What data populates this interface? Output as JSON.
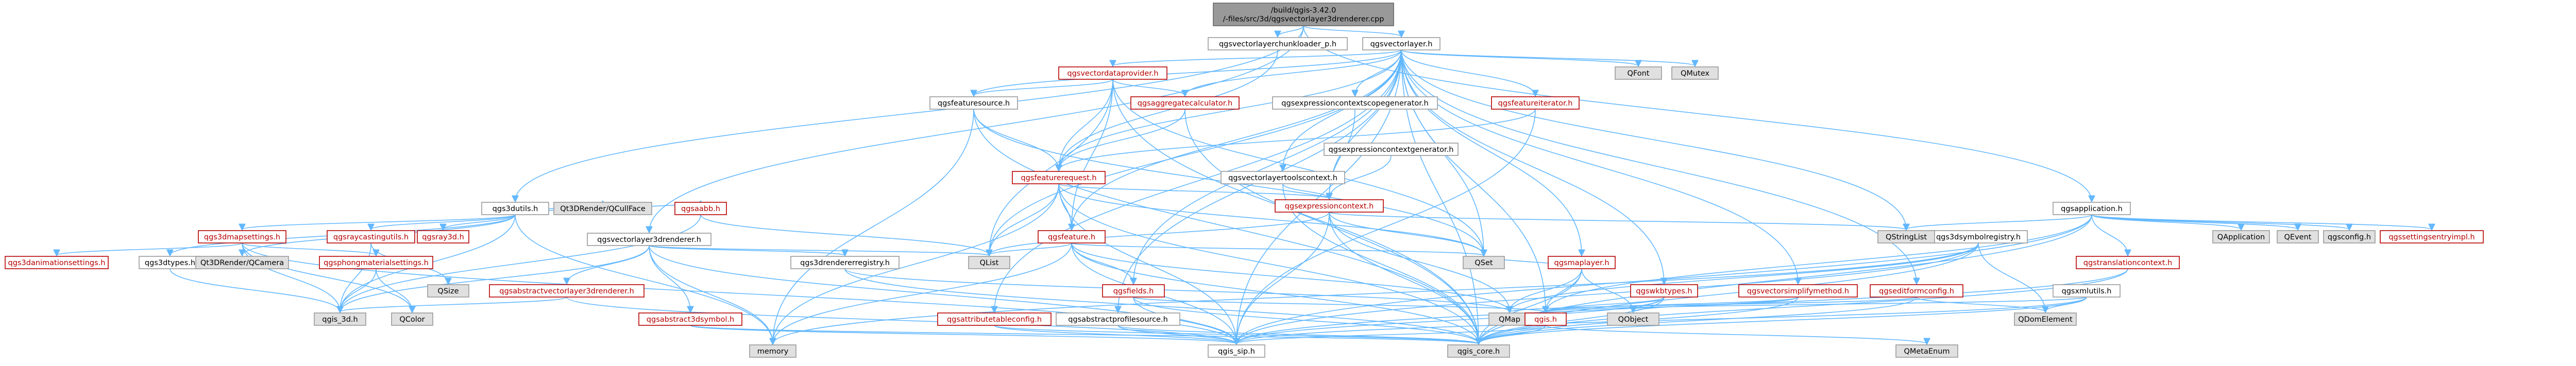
{
  "colors": {
    "edge": "#63b8ff",
    "root_fill": "#999999",
    "root_text": "#000000",
    "default_fill": "#ffffff",
    "default_stroke": "#999999",
    "default_text": "#000000",
    "red_stroke": "#b70000",
    "red_text": "#b70000",
    "grey_fill": "#e0e0e0",
    "grey_text": "#000000"
  },
  "nodes": [
    {
      "id": "root",
      "label": [
        "/build/qgis-3.42.0",
        "/-files/src/3d/qgsvectorlayer3drenderer.cpp"
      ],
      "style": "root"
    },
    {
      "id": "qgs3dutils_h",
      "label": [
        "qgs3dutils.h"
      ],
      "style": "default"
    },
    {
      "id": "qgsvectorlayerchunkloader_p_h",
      "label": [
        "qgsvectorlayerchunkloader_p.h"
      ],
      "style": "default"
    },
    {
      "id": "qgsvectorlayer_h",
      "label": [
        "qgsvectorlayer.h"
      ],
      "style": "default"
    },
    {
      "id": "qgsapplication_h",
      "label": [
        "qgsapplication.h"
      ],
      "style": "default"
    },
    {
      "id": "qgsvectorlayer3drenderer_h",
      "label": [
        "qgsvectorlayer3drenderer.h"
      ],
      "style": "default"
    },
    {
      "id": "qgsvectordataprovider_h",
      "label": [
        "qgsvectordataprovider.h"
      ],
      "style": "red"
    },
    {
      "id": "qgsfeaturesource_h",
      "label": [
        "qgsfeaturesource.h"
      ],
      "style": "default"
    },
    {
      "id": "qgsaggregatecalculator_h",
      "label": [
        "qgsaggregatecalculator.h"
      ],
      "style": "red"
    },
    {
      "id": "qgsexpressioncontextscopegenerator_h",
      "label": [
        "qgsexpressioncontextscopegenerator.h"
      ],
      "style": "default"
    },
    {
      "id": "qgsfeatureiterator_h",
      "label": [
        "qgsfeatureiterator.h"
      ],
      "style": "red"
    },
    {
      "id": "qfont",
      "label": [
        "QFont"
      ],
      "style": "grey"
    },
    {
      "id": "qmutex",
      "label": [
        "QMutex"
      ],
      "style": "grey"
    },
    {
      "id": "qgsfeaturerequest_h",
      "label": [
        "qgsfeaturerequest.h"
      ],
      "style": "red"
    },
    {
      "id": "qgsvectorlayertoolscontext_h",
      "label": [
        "qgsvectorlayertoolscontext.h"
      ],
      "style": "default"
    },
    {
      "id": "qgsexpressioncontextgenerator_h",
      "label": [
        "qgsexpressioncontextgenerator.h"
      ],
      "style": "default"
    },
    {
      "id": "qgsexpressioncontext_h",
      "label": [
        "qgsexpressioncontext.h"
      ],
      "style": "red"
    },
    {
      "id": "qgsmaplayer_h",
      "label": [
        "qgsmaplayer.h"
      ],
      "style": "red"
    },
    {
      "id": "qgs3dsymbolregistry_h",
      "label": [
        "qgs3dsymbolregistry.h"
      ],
      "style": "default"
    },
    {
      "id": "qgsxmlutils_h",
      "label": [
        "qgsxmlutils.h"
      ],
      "style": "default"
    },
    {
      "id": "qgswkbtypes_h",
      "label": [
        "qgswkbtypes.h"
      ],
      "style": "red"
    },
    {
      "id": "qgsvectorsimplifymethod_h",
      "label": [
        "qgsvectorsimplifymethod.h"
      ],
      "style": "red"
    },
    {
      "id": "qgseditformconfig_h",
      "label": [
        "qgseditformconfig.h"
      ],
      "style": "red"
    },
    {
      "id": "qgstranslationcontext_h",
      "label": [
        "qgstranslationcontext.h"
      ],
      "style": "red"
    },
    {
      "id": "qapplication",
      "label": [
        "QApplication"
      ],
      "style": "grey"
    },
    {
      "id": "qevent",
      "label": [
        "QEvent"
      ],
      "style": "grey"
    },
    {
      "id": "qgsconfig_h",
      "label": [
        "qgsconfig.h"
      ],
      "style": "grey"
    },
    {
      "id": "qgssettingsentryimpl_h",
      "label": [
        "qgssettingsentryimpl.h"
      ],
      "style": "red"
    },
    {
      "id": "qstringlist",
      "label": [
        "QStringList"
      ],
      "style": "grey"
    },
    {
      "id": "qt3drender_qcullface",
      "label": [
        "Qt3DRender/QCullFace"
      ],
      "style": "grey"
    },
    {
      "id": "qgs3dmapsettings_h",
      "label": [
        "qgs3dmapsettings.h"
      ],
      "style": "red"
    },
    {
      "id": "qgsraycastingutils_h",
      "label": [
        "qgsraycastingutils.h"
      ],
      "style": "red"
    },
    {
      "id": "qgsray3d_h",
      "label": [
        "qgsray3d.h"
      ],
      "style": "red"
    },
    {
      "id": "qgsaabb_h",
      "label": [
        "qgsaabb.h"
      ],
      "style": "red"
    },
    {
      "id": "qgs3danimationsettings_h",
      "label": [
        "qgs3danimationsettings.h"
      ],
      "style": "red"
    },
    {
      "id": "qgs3dtypes_h",
      "label": [
        "qgs3dtypes.h"
      ],
      "style": "default"
    },
    {
      "id": "qt3drender_qcamera",
      "label": [
        "Qt3DRender/QCamera"
      ],
      "style": "grey"
    },
    {
      "id": "qgsphongmaterialsettings_h",
      "label": [
        "qgsphongmaterialsettings.h"
      ],
      "style": "red"
    },
    {
      "id": "qsize",
      "label": [
        "QSize"
      ],
      "style": "grey"
    },
    {
      "id": "qgsabstractvectorlayer3drenderer_h",
      "label": [
        "qgsabstractvectorlayer3drenderer.h"
      ],
      "style": "red"
    },
    {
      "id": "qgs3drendererregistry_h",
      "label": [
        "qgs3drendererregistry.h"
      ],
      "style": "default"
    },
    {
      "id": "qgsfeature_h",
      "label": [
        "qgsfeature.h"
      ],
      "style": "red"
    },
    {
      "id": "qgsfields_h",
      "label": [
        "qgsfields.h"
      ],
      "style": "red"
    },
    {
      "id": "qlist",
      "label": [
        "QList"
      ],
      "style": "grey"
    },
    {
      "id": "qset",
      "label": [
        "QSet"
      ],
      "style": "grey"
    },
    {
      "id": "qmap",
      "label": [
        "QMap"
      ],
      "style": "grey"
    },
    {
      "id": "qobject",
      "label": [
        "QObject"
      ],
      "style": "grey"
    },
    {
      "id": "qgis_h",
      "label": [
        "qgis.h"
      ],
      "style": "red"
    },
    {
      "id": "qdomelement",
      "label": [
        "QDomElement"
      ],
      "style": "grey"
    },
    {
      "id": "qgs_3d_h",
      "label": [
        "qgis_3d.h"
      ],
      "style": "grey"
    },
    {
      "id": "qcolor",
      "label": [
        "QColor"
      ],
      "style": "grey"
    },
    {
      "id": "qgsabstract3dsymbol_h",
      "label": [
        "qgsabstract3dsymbol.h"
      ],
      "style": "red"
    },
    {
      "id": "qgsattributetableconfig_h",
      "label": [
        "qgsattributetableconfig.h"
      ],
      "style": "red"
    },
    {
      "id": "qgsabstractprofilesource_h",
      "label": [
        "qgsabstractprofilesource.h"
      ],
      "style": "default"
    },
    {
      "id": "memory",
      "label": [
        "memory"
      ],
      "style": "grey"
    },
    {
      "id": "qgis_sip_h",
      "label": [
        "qgis_sip.h"
      ],
      "style": "default"
    },
    {
      "id": "qgis_core_h",
      "label": [
        "qgis_core.h"
      ],
      "style": "grey"
    },
    {
      "id": "qmetaenum",
      "label": [
        "QMetaEnum"
      ],
      "style": "grey"
    }
  ],
  "edges": [
    [
      "root",
      "qgs3dutils_h"
    ],
    [
      "root",
      "qgsvectorlayerchunkloader_p_h"
    ],
    [
      "root",
      "qgsvectorlayer_h"
    ],
    [
      "root",
      "qgsapplication_h"
    ],
    [
      "root",
      "qgsvectorlayer3drenderer_h"
    ],
    [
      "qgsvectorlayer_h",
      "qgsvectordataprovider_h"
    ],
    [
      "qgsvectorlayer_h",
      "qgsfeaturesource_h"
    ],
    [
      "qgsvectorlayer_h",
      "qgsaggregatecalculator_h"
    ],
    [
      "qgsvectorlayer_h",
      "qgsexpressioncontextscopegenerator_h"
    ],
    [
      "qgsvectorlayer_h",
      "qgsfeatureiterator_h"
    ],
    [
      "qgsvectorlayer_h",
      "qfont"
    ],
    [
      "qgsvectorlayer_h",
      "qmutex"
    ],
    [
      "qgsvectorlayer_h",
      "qgsvectorlayertoolscontext_h"
    ],
    [
      "qgsvectorlayer_h",
      "qgsmaplayer_h"
    ],
    [
      "qgsvectorlayer_h",
      "qgswkbtypes_h"
    ],
    [
      "qgsvectorlayer_h",
      "qgsvectorsimplifymethod_h"
    ],
    [
      "qgsvectorlayer_h",
      "qgseditformconfig_h"
    ],
    [
      "qgsvectorlayer_h",
      "qstringlist"
    ],
    [
      "qgsvectorlayer_h",
      "qgsfeature_h"
    ],
    [
      "qgsvectorlayer_h",
      "qgsfields_h"
    ],
    [
      "qgsvectorlayer_h",
      "qlist"
    ],
    [
      "qgsvectorlayer_h",
      "qset"
    ],
    [
      "qgsvectorlayer_h",
      "qgis_core_h"
    ],
    [
      "qgsvectorlayer_h",
      "qgis_sip_h"
    ],
    [
      "qgsvectorlayer_h",
      "qgsattributetableconfig_h"
    ],
    [
      "qgsvectorlayer_h",
      "qgsabstractprofilesource_h"
    ],
    [
      "qgsvectorlayer_h",
      "qgsfeaturerequest_h"
    ],
    [
      "qgsvectorlayer_h",
      "qgsexpressioncontext_h"
    ],
    [
      "qgsvectorlayer_h",
      "qgis_h"
    ],
    [
      "qgsvectordataprovider_h",
      "qgsfeaturesource_h"
    ],
    [
      "qgsvectordataprovider_h",
      "qgsaggregatecalculator_h"
    ],
    [
      "qgsvectordataprovider_h",
      "qgsfeaturerequest_h"
    ],
    [
      "qgsvectordataprovider_h",
      "qgsfeature_h"
    ],
    [
      "qgsvectordataprovider_h",
      "qgis_core_h"
    ],
    [
      "qgsvectordataprovider_h",
      "qset"
    ],
    [
      "qgsvectordataprovider_h",
      "qlist"
    ],
    [
      "qgsfeaturesource_h",
      "qgsfeaturerequest_h"
    ],
    [
      "qgsfeaturesource_h",
      "qgis_core_h"
    ],
    [
      "qgsfeaturesource_h",
      "qset"
    ],
    [
      "qgsfeaturesource_h",
      "memory"
    ],
    [
      "qgsaggregatecalculator_h",
      "qgsfeaturerequest_h"
    ],
    [
      "qgsaggregatecalculator_h",
      "qgis_core_h"
    ],
    [
      "qgsexpressioncontextscopegenerator_h",
      "qgsexpressioncontext_h"
    ],
    [
      "qgsfeatureiterator_h",
      "qgsfeaturerequest_h"
    ],
    [
      "qgsfeatureiterator_h",
      "qgis_sip_h"
    ],
    [
      "qgsfeaturerequest_h",
      "qgsfeature_h"
    ],
    [
      "qgsfeaturerequest_h",
      "qgsexpressioncontext_h"
    ],
    [
      "qgsfeaturerequest_h",
      "qlist"
    ],
    [
      "qgsfeaturerequest_h",
      "qgis_core_h"
    ],
    [
      "qgsfeaturerequest_h",
      "qgis_sip_h"
    ],
    [
      "qgsfeaturerequest_h",
      "memory"
    ],
    [
      "qgsfeaturerequest_h",
      "qset"
    ],
    [
      "qgsvectorlayertoolscontext_h",
      "qgsexpressioncontext_h"
    ],
    [
      "qgsvectorlayertoolscontext_h",
      "qgis_core_h"
    ],
    [
      "qgsexpressioncontextgenerator_h",
      "qgsexpressioncontext_h"
    ],
    [
      "qgsexpressioncontext_h",
      "qstringlist"
    ],
    [
      "qgsexpressioncontext_h",
      "qset"
    ],
    [
      "qgsexpressioncontext_h",
      "qgis_core_h"
    ],
    [
      "qgsexpressioncontext_h",
      "qgis_sip_h"
    ],
    [
      "qgsexpressioncontext_h",
      "qmap"
    ],
    [
      "qgsexpressioncontext_h",
      "qlist"
    ],
    [
      "qgsfeature_h",
      "qgis_core_h"
    ],
    [
      "qgsfeature_h",
      "qset"
    ],
    [
      "qgsfeature_h",
      "qmap"
    ],
    [
      "qgsfeature_h",
      "qgsfields_h"
    ],
    [
      "qgsfeature_h",
      "qgis_sip_h"
    ],
    [
      "qgsfeature_h",
      "qlist"
    ],
    [
      "qgsfeature_h",
      "memory"
    ],
    [
      "qgsfields_h",
      "qgis_core_h"
    ],
    [
      "qgsfields_h",
      "qgis_sip_h"
    ],
    [
      "qgsfields_h",
      "qgis_h"
    ],
    [
      "qgsmaplayer_h",
      "qgis_core_h"
    ],
    [
      "qgsmaplayer_h",
      "qgis_h"
    ],
    [
      "qgsmaplayer_h",
      "qobject"
    ],
    [
      "qgsmaplayer_h",
      "qmap"
    ],
    [
      "qgsmaplayer_h",
      "qset"
    ],
    [
      "qgswkbtypes_h",
      "qgis_h"
    ],
    [
      "qgswkbtypes_h",
      "qobject"
    ],
    [
      "qgswkbtypes_h",
      "qgis_core_h"
    ],
    [
      "qgswkbtypes_h",
      "qgis_sip_h"
    ],
    [
      "qgsvectorsimplifymethod_h",
      "qgis_core_h"
    ],
    [
      "qgsvectorsimplifymethod_h",
      "qobject"
    ],
    [
      "qgsvectorsimplifymethod_h",
      "qgis_h"
    ],
    [
      "qgseditformconfig_h",
      "qgis_core_h"
    ],
    [
      "qgseditformconfig_h",
      "qmap"
    ],
    [
      "qgseditformconfig_h",
      "qdomelement"
    ],
    [
      "qgis_h",
      "qgis_sip_h"
    ],
    [
      "qgis_h",
      "qgis_core_h"
    ],
    [
      "qgis_h",
      "qmetaenum"
    ],
    [
      "qgsattributetableconfig_h",
      "qgis_core_h"
    ],
    [
      "qgsattributetableconfig_h",
      "qgis_sip_h"
    ],
    [
      "qgsabstractprofilesource_h",
      "qgis_core_h"
    ],
    [
      "qgsabstractprofilesource_h",
      "qgis_sip_h"
    ],
    [
      "qgsvectorlayerchunkloader_p_h",
      "qgsfeaturerequest_h"
    ],
    [
      "qgsapplication_h",
      "qapplication"
    ],
    [
      "qgsapplication_h",
      "qevent"
    ],
    [
      "qgsapplication_h",
      "qgsconfig_h"
    ],
    [
      "qgsapplication_h",
      "qgssettingsentryimpl_h"
    ],
    [
      "qgsapplication_h",
      "qgstranslationcontext_h"
    ],
    [
      "qgsapplication_h",
      "qstringlist"
    ],
    [
      "qgsapplication_h",
      "qgis_core_h"
    ],
    [
      "qgsapplication_h",
      "qgis_sip_h"
    ],
    [
      "qgsapplication_h",
      "qgis_h"
    ],
    [
      "qgstranslationcontext_h",
      "qgis_core_h"
    ],
    [
      "qgstranslationcontext_h",
      "qgis_sip_h"
    ],
    [
      "qgs3dsymbolregistry_h",
      "qgis_core_h"
    ],
    [
      "qgs3dsymbolregistry_h",
      "qgis_sip_h"
    ],
    [
      "qgs3dsymbolregistry_h",
      "qdomelement"
    ],
    [
      "qgs3dsymbolregistry_h",
      "qmap"
    ],
    [
      "qgs3dsymbolregistry_h",
      "memory"
    ],
    [
      "qgsxmlutils_h",
      "qgis_core_h"
    ],
    [
      "qgsxmlutils_h",
      "qdomelement"
    ],
    [
      "qgsxmlutils_h",
      "qgis_sip_h"
    ],
    [
      "qgsxmlutils_h",
      "qgis_h"
    ],
    [
      "qgs3dutils_h",
      "qt3drender_qcullface"
    ],
    [
      "qgs3dutils_h",
      "qgs3dmapsettings_h"
    ],
    [
      "qgs3dutils_h",
      "qgsraycastingutils_h"
    ],
    [
      "qgs3dutils_h",
      "qgsray3d_h"
    ],
    [
      "qgs3dutils_h",
      "qgsaabb_h"
    ],
    [
      "qgs3dutils_h",
      "qgs3dtypes_h"
    ],
    [
      "qgs3dutils_h",
      "qt3drender_qcamera"
    ],
    [
      "qgs3dutils_h",
      "qgs_3d_h"
    ],
    [
      "qgs3dutils_h",
      "memory"
    ],
    [
      "qgs3dmapsettings_h",
      "qgs3danimationsettings_h"
    ],
    [
      "qgs3dmapsettings_h",
      "qgsphongmaterialsettings_h"
    ],
    [
      "qgs3dmapsettings_h",
      "qgs_3d_h"
    ],
    [
      "qgs3dmapsettings_h",
      "qcolor"
    ],
    [
      "qgs3dmapsettings_h",
      "qgis_sip_h"
    ],
    [
      "qgsraycastingutils_h",
      "qgs_3d_h"
    ],
    [
      "qgsraycastingutils_h",
      "qsize"
    ],
    [
      "qgsphongmaterialsettings_h",
      "qgs_3d_h"
    ],
    [
      "qgsphongmaterialsettings_h",
      "qcolor"
    ],
    [
      "qgs3dtypes_h",
      "qgs_3d_h"
    ],
    [
      "qgsaabb_h",
      "qgs_3d_h"
    ],
    [
      "qgsaabb_h",
      "qlist"
    ],
    [
      "qgsvectorlayer3drenderer_h",
      "qgsabstractvectorlayer3drenderer_h"
    ],
    [
      "qgsvectorlayer3drenderer_h",
      "qgs3drendererregistry_h"
    ],
    [
      "qgsvectorlayer3drenderer_h",
      "qgs_3d_h"
    ],
    [
      "qgsvectorlayer3drenderer_h",
      "qgis_sip_h"
    ],
    [
      "qgsvectorlayer3drenderer_h",
      "qgsabstract3dsymbol_h"
    ],
    [
      "qgsvectorlayer3drenderer_h",
      "memory"
    ],
    [
      "qgsvectorlayer3drenderer_h",
      "qlist"
    ],
    [
      "qgsabstractvectorlayer3drenderer_h",
      "qgs_3d_h"
    ],
    [
      "qgsabstractvectorlayer3drenderer_h",
      "qgis_sip_h"
    ],
    [
      "qgs3drendererregistry_h",
      "qgis_core_h"
    ],
    [
      "qgs3drendererregistry_h",
      "qmap"
    ],
    [
      "qgsabstract3dsymbol_h",
      "qgis_core_h"
    ],
    [
      "qgsabstract3dsymbol_h",
      "qgis_sip_h"
    ]
  ]
}
